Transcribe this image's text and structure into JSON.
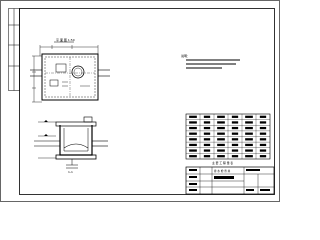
{
  "sheet": {
    "background": "#ffffff",
    "line_color": "#000000"
  },
  "plan_view": {
    "title": "平 面 图 1:50"
  },
  "section_view": {
    "title": "1-1"
  },
  "notes": {
    "heading": "说明："
  },
  "table": {
    "title": "主 要 工 程 量 表",
    "rows": 8,
    "cols": 6
  },
  "title_block": {
    "drawing_title": "排 水 检 查 井"
  }
}
